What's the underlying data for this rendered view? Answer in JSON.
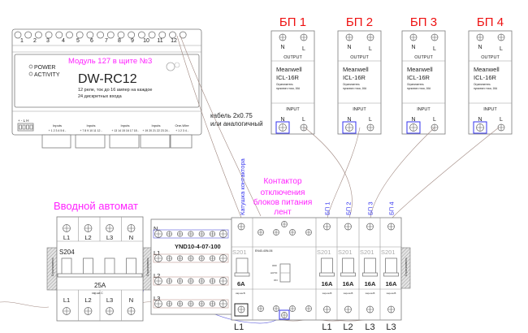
{
  "colors": {
    "label_magenta": "#ff22ff",
    "psu_title_red": "#ee1111",
    "wire_blue": "#3333ee",
    "wire_brown": "#a08880"
  },
  "controller": {
    "terminal_numbers": [
      "1",
      "2",
      "3",
      "4",
      "5",
      "6",
      "7",
      "8",
      "9",
      "10",
      "11",
      "12"
    ],
    "location_label": "Модуль 127 в щите №3",
    "power_led": "POWER",
    "activity_led": "ACTIVITY",
    "model": "DW-RC12",
    "description_1": "12 реле, ток до 16 ампер на каждое",
    "description_2": "24 дискретных входа",
    "bus_label": "+ - L H",
    "input_groups": [
      {
        "title": "Inputs",
        "pins": "+ 1 2 3 4 5 6 -"
      },
      {
        "title": "Inputs",
        "pins": "+ 7 8 9 10 11 12 -"
      },
      {
        "title": "Inputs",
        "pins": "+ 13 14 15 16 17 18 -"
      },
      {
        "title": "Inputs",
        "pins": "+ 19 20 21 22 23 24 -"
      },
      {
        "title": "One-Wire",
        "pins": "+ 1 2 3 4 -"
      }
    ]
  },
  "cable_note": {
    "line1": "кабель 2x0.75",
    "line2": "или аналогичный"
  },
  "psus": [
    {
      "title": "БП 1",
      "brand": "Meanwell",
      "model": "ICL-16R",
      "desc1": "Ограничитель",
      "desc2": "пускового тока, 16А",
      "output": "OUTPUT",
      "input": "INPUT",
      "n": "N",
      "l": "L"
    },
    {
      "title": "БП 2",
      "brand": "Meanwell",
      "model": "ICL-16R",
      "desc1": "Ограничитель",
      "desc2": "пускового тока, 16А",
      "output": "OUTPUT",
      "input": "INPUT",
      "n": "N",
      "l": "L"
    },
    {
      "title": "БП 3",
      "brand": "Meanwell",
      "model": "ICL-16R",
      "desc1": "Ограничитель",
      "desc2": "пускового тока, 16А",
      "output": "OUTPUT",
      "input": "INPUT",
      "n": "N",
      "l": "L"
    },
    {
      "title": "БП 4",
      "brand": "Meanwell",
      "model": "ICL-16R",
      "desc1": "Ограничитель",
      "desc2": "пускового тока, 16А",
      "output": "OUTPUT",
      "input": "INPUT",
      "n": "N",
      "l": "L"
    }
  ],
  "main_breaker": {
    "title": "Вводной автомат",
    "model": "S204",
    "rating": "25A",
    "curve": "хар-ка С",
    "top_labels": [
      "L1",
      "L2",
      "L3",
      "N"
    ],
    "bottom_labels": [
      "L1",
      "L2",
      "L3",
      "N"
    ],
    "limiter": "Ограничитель"
  },
  "busbar": {
    "model": "YND10-4-07-100",
    "rows": [
      "N",
      "L1",
      "L2",
      "L3"
    ]
  },
  "contactor": {
    "title_lines": [
      "Контактор",
      "отключения",
      "блоков питания",
      "лент"
    ],
    "coil_label": "Катушка контактора",
    "model": "EN40-40N-06",
    "modes": [
      "OFF",
      "AUTO",
      "ON"
    ]
  },
  "coil_breaker": {
    "model": "S201",
    "rating": "6A",
    "curve": "хар-ка B",
    "bottom_label": "L1"
  },
  "psu_breakers": [
    {
      "label": "БП 1",
      "model": "S201",
      "rating": "16A",
      "curve": "хар-ка B",
      "bottom_label": "L1"
    },
    {
      "label": "БП 2",
      "model": "S201",
      "rating": "16A",
      "curve": "хар-ка B",
      "bottom_label": "L2"
    },
    {
      "label": "БП 3",
      "model": "S201",
      "rating": "16A",
      "curve": "хар-ка B",
      "bottom_label": "L3"
    },
    {
      "label": "БП 4",
      "model": "S201",
      "rating": "16A",
      "curve": "хар-ка B",
      "bottom_label": "L3"
    }
  ],
  "rail_limiter": "Ограничитель"
}
